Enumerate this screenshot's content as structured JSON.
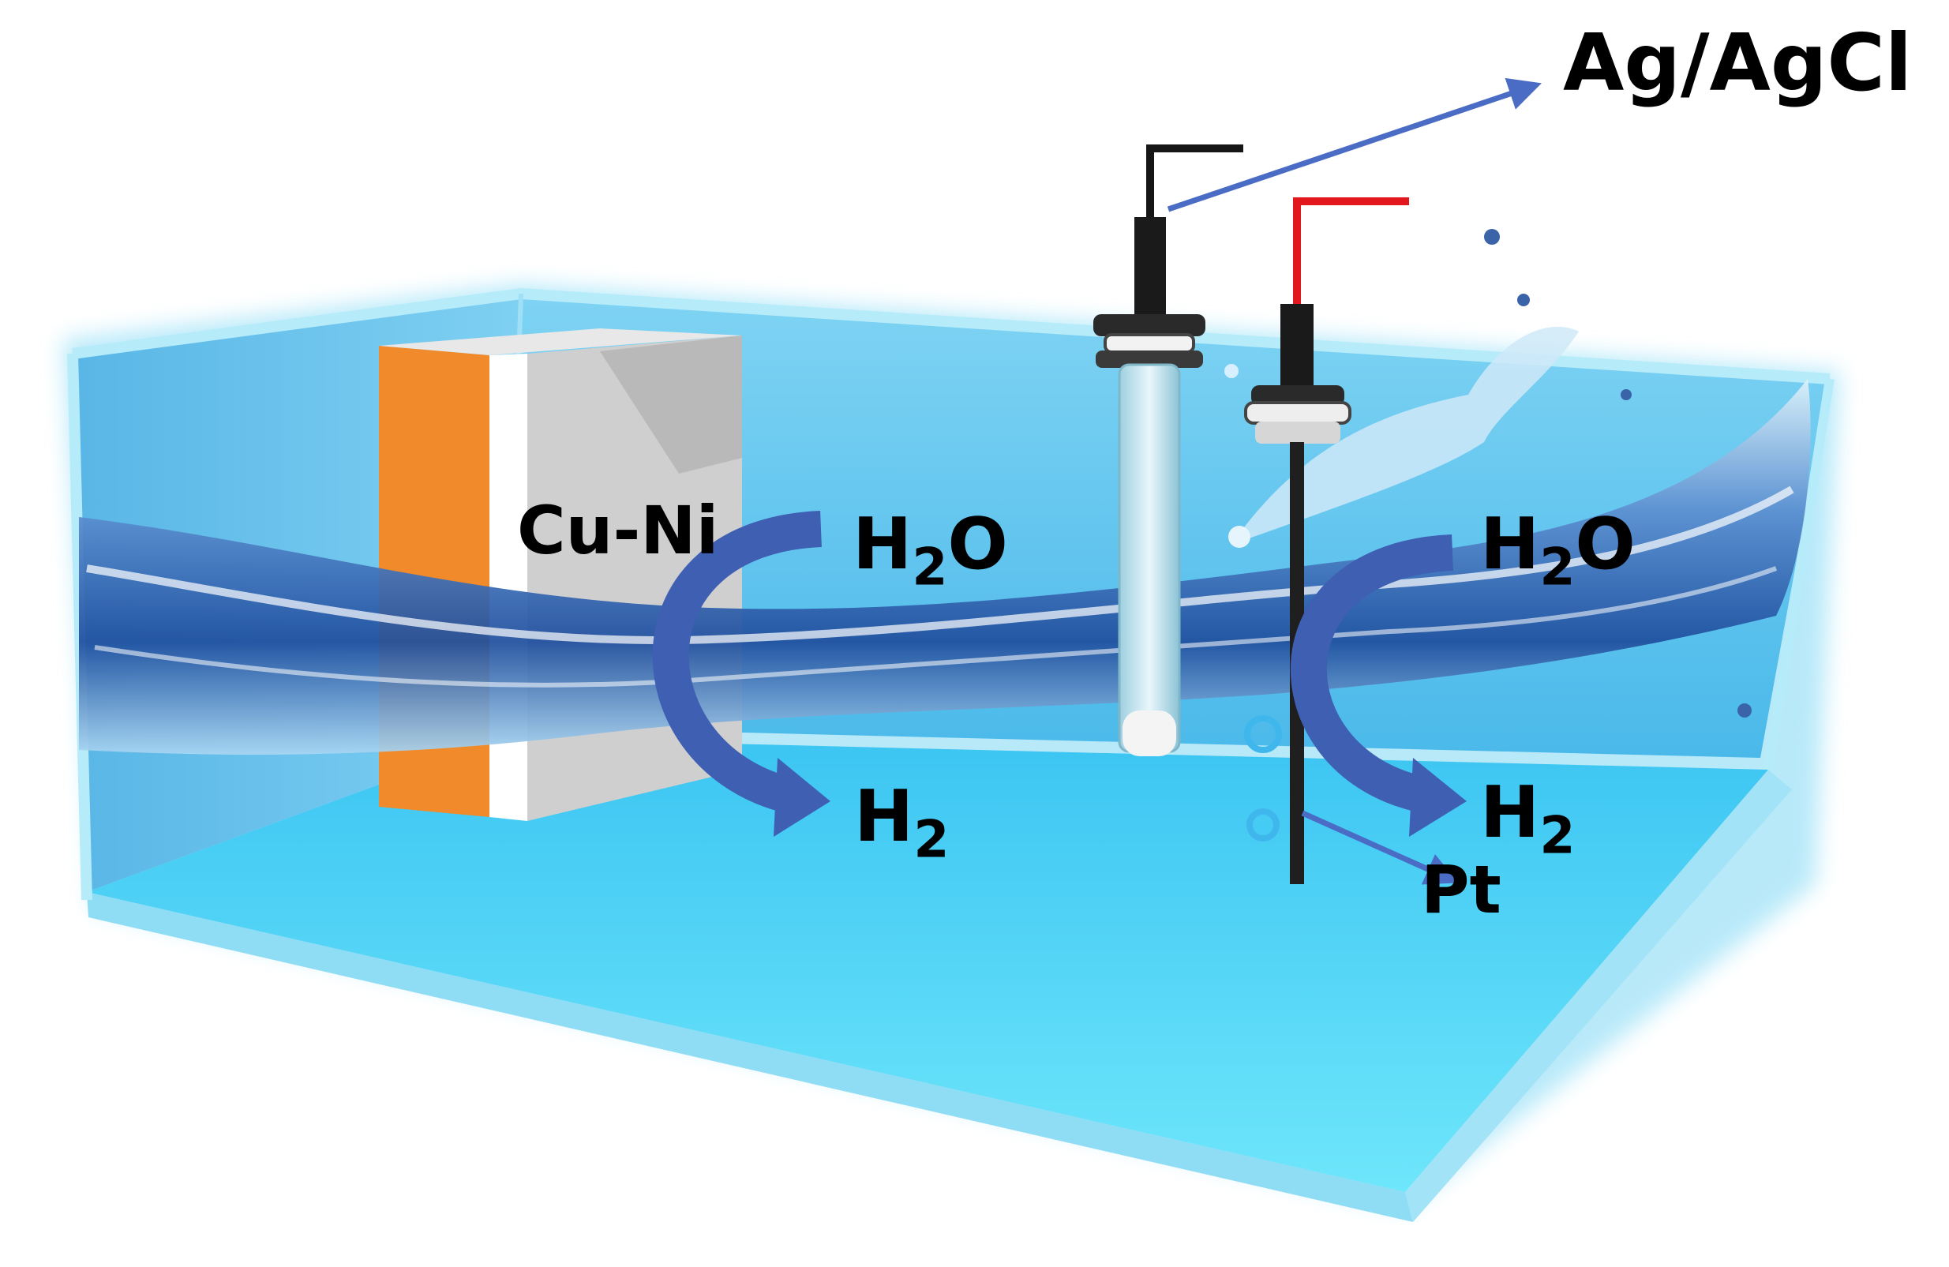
{
  "labels": {
    "reference_electrode": "Ag/AgCl",
    "working_electrode": "Cu-Ni",
    "counter_electrode": "Pt",
    "left_reactant": {
      "base": "H",
      "sub": "2",
      "tail": "O"
    },
    "left_product": {
      "base": "H",
      "sub": "2"
    },
    "right_reactant": {
      "base": "H",
      "sub": "2",
      "tail": "O"
    },
    "right_product": {
      "base": "H",
      "sub": "2"
    }
  },
  "colors": {
    "tank_back": "#62c8ef",
    "tank_floor": "#4fd4f7",
    "tank_rim": "#8fdcf5",
    "electrode_orange": "#f08a2a",
    "electrode_gray": "#cfcfcf",
    "arrow_blue": "#3f5fb3",
    "wire_red": "#e3181e",
    "wire_black": "#161616"
  }
}
